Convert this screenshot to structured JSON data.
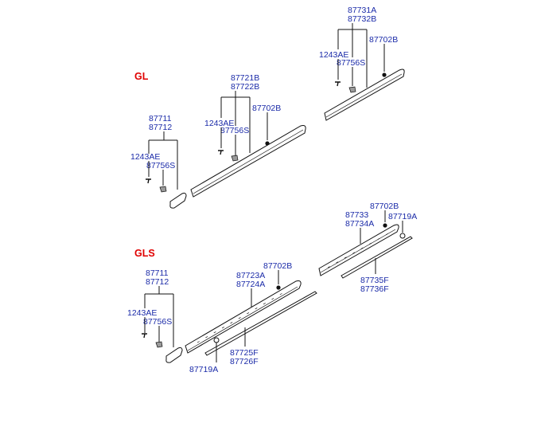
{
  "colors": {
    "label": "#1a2aa8",
    "section": "#e00000",
    "line": "#111111"
  },
  "sections": {
    "gl": "GL",
    "gls": "GLS"
  },
  "labels": {
    "gl_front_top": "87711",
    "gl_front_bot": "87712",
    "gl_front_screw": "1243AE",
    "gl_front_clip": "87756S",
    "gl_mid_top": "87721B",
    "gl_mid_bot": "87722B",
    "gl_mid_screw": "1243AE",
    "gl_mid_clip": "87756S",
    "gl_mid_grom": "87702B",
    "gl_rear_top": "87731A",
    "gl_rear_bot": "87732B",
    "gl_rear_screw": "1243AE",
    "gl_rear_clip": "87756S",
    "gl_rear_grom": "87702B",
    "gls_front_top": "87711",
    "gls_front_bot": "87712",
    "gls_front_screw": "1243AE",
    "gls_front_clip": "87756S",
    "gls_mid_grom": "87702B",
    "gls_mid_top": "87723A",
    "gls_mid_bot": "87724A",
    "gls_mid_strip_top": "87725F",
    "gls_mid_strip_bot": "87726F",
    "gls_mid_clip": "87719A",
    "gls_rear_grom": "87702B",
    "gls_rear_top": "87733",
    "gls_rear_bot": "87734A",
    "gls_rear_clip": "87719A",
    "gls_rear_strip_top": "87735F",
    "gls_rear_strip_bot": "87736F"
  }
}
